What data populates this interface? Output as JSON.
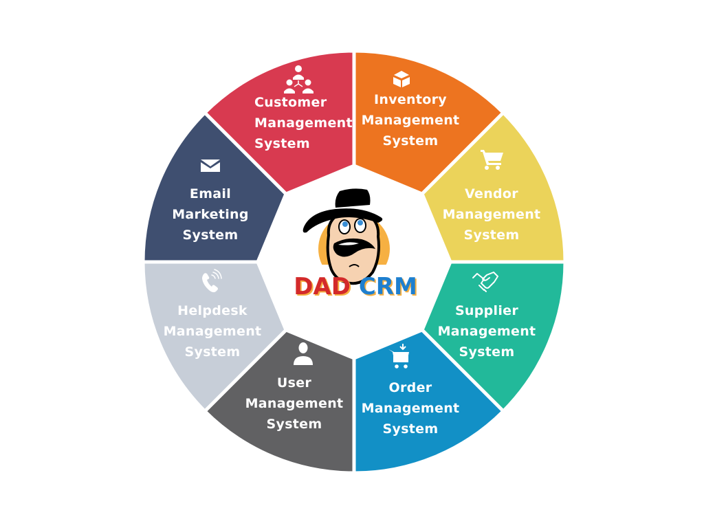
{
  "colors": {
    "customer": "#d83a50",
    "inventory": "#ed7420",
    "vendor": "#ebd35a",
    "supplier": "#22b99a",
    "order": "#1290c6",
    "user": "#616163",
    "helpdesk": "#c7ced8",
    "email": "#3f4f70",
    "logo_red": "#d32a2a",
    "logo_blue": "#1e7fcf",
    "logo_orange": "#f6b042"
  },
  "logo": {
    "word1": "DAD",
    "word2": "CRM",
    "mascot": "man-with-black-hat"
  },
  "sectors": [
    {
      "id": "customer",
      "icon": "users-network-icon",
      "lines": [
        "Customer",
        "Management",
        "System"
      ]
    },
    {
      "id": "inventory",
      "icon": "box-icon",
      "lines": [
        "Inventory",
        "Management",
        "System"
      ]
    },
    {
      "id": "vendor",
      "icon": "shopping-cart-icon",
      "lines": [
        "Vendor",
        "Management",
        "System"
      ]
    },
    {
      "id": "supplier",
      "icon": "handshake-icon",
      "lines": [
        "Supplier",
        "Management",
        "System"
      ]
    },
    {
      "id": "order",
      "icon": "cart-download-icon",
      "lines": [
        "Order",
        "Management",
        "System"
      ]
    },
    {
      "id": "user",
      "icon": "user-icon",
      "lines": [
        "User",
        "Management",
        "System"
      ]
    },
    {
      "id": "helpdesk",
      "icon": "phone-ringing-icon",
      "lines": [
        "Helpdesk",
        "Management",
        "System"
      ]
    },
    {
      "id": "email",
      "icon": "envelope-icon",
      "lines": [
        "Email",
        "Marketing",
        "System"
      ]
    }
  ]
}
